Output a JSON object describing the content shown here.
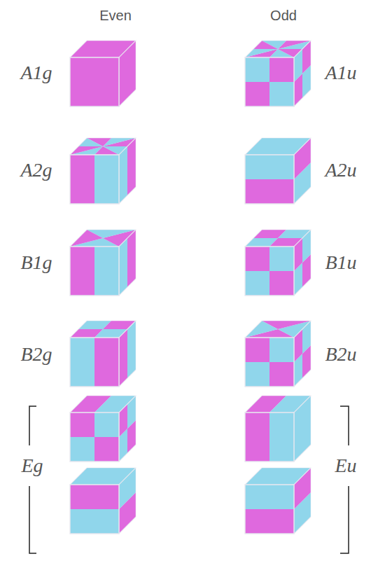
{
  "diagram": {
    "labels": [
      "Even",
      "Odd",
      "A1g",
      "A1u",
      "A2g",
      "A2u",
      "B1g",
      "B1u",
      "B2g",
      "B2u",
      "Eg",
      "Eu"
    ]
  }
}
